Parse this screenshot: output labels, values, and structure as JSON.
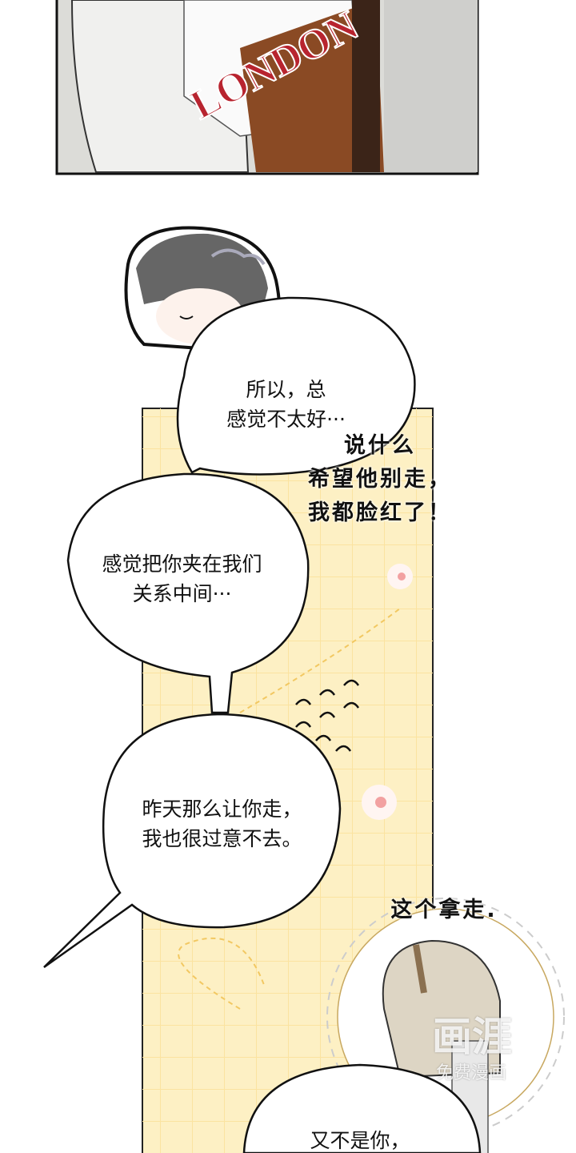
{
  "panel_top": {
    "sign_text": "LONDON"
  },
  "bubbles": [
    {
      "lines": [
        "所以，总",
        "感觉不太好···"
      ]
    },
    {
      "lines": [
        "感觉把你夹在我们",
        "关系中间···"
      ]
    },
    {
      "lines": [
        "昨天那么让你走，",
        "我也很过意不去。"
      ]
    },
    {
      "lines": [
        "又不是你，"
      ]
    }
  ],
  "aside_text": {
    "lines": [
      "说什么",
      "希望他别走，",
      "我都脸红了！"
    ]
  },
  "caption": "这个拿走.",
  "watermark": {
    "logo": "画涯",
    "sub": "免费漫画"
  },
  "colors": {
    "panel_yellow": "#fdf0c4",
    "grid": "#f6dc8a",
    "sign_red": "#b8242f",
    "hair_dark": "#555",
    "hair_light": "#ddd5c4"
  }
}
